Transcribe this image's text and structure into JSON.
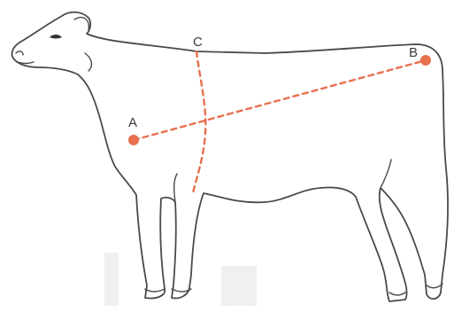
{
  "diagram": {
    "points": [
      {
        "id": "A",
        "label": "A"
      },
      {
        "id": "B",
        "label": "B"
      },
      {
        "id": "C",
        "label": "C"
      }
    ],
    "colors": {
      "accent": "#e8704f",
      "outline": "#4a4a4a"
    }
  }
}
